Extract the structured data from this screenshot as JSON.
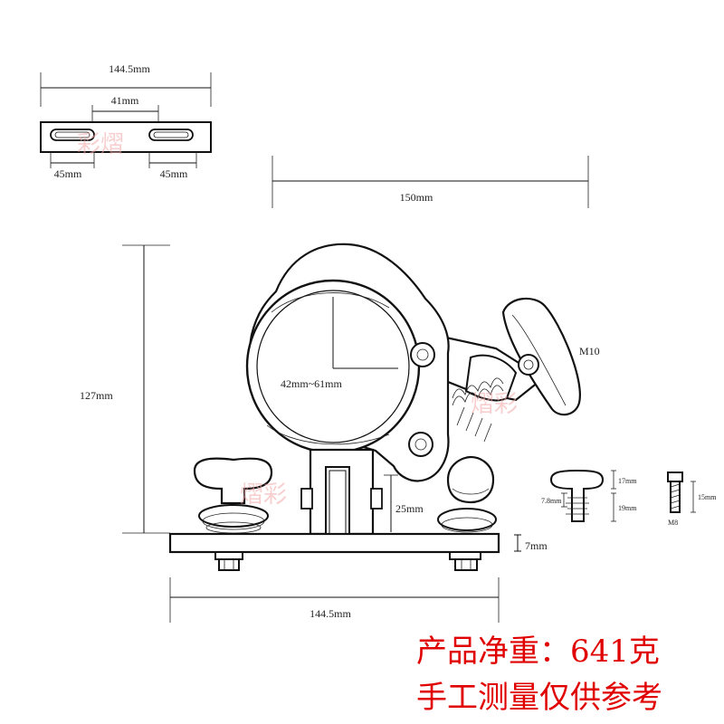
{
  "top_view": {
    "overall_width": "144.5mm",
    "slot_spacing": "41mm",
    "left_slot": "45mm",
    "right_slot": "45mm"
  },
  "front_view": {
    "overall_width": "150mm",
    "height": "127mm",
    "clamp_range": "42mm~61mm",
    "knob_thread": "M10",
    "post_height": "25mm",
    "plate_thickness": "7mm",
    "base_width": "144.5mm"
  },
  "details": {
    "knob_top_height": "17mm",
    "knob_width": "7.8mm",
    "knob_bottom_height": "19mm",
    "bolt_length": "15mm",
    "bolt_thread": "M8"
  },
  "watermark": {
    "mark_1": "彩熠",
    "mark_2": "熠彩",
    "mark_3": "熠彩"
  },
  "notes": {
    "weight": "产品净重：641克",
    "disclaimer": "手工测量仅供参考"
  },
  "colors": {
    "line": "#111111",
    "note_text": "#e00000",
    "watermark": "#f4a9a9"
  }
}
